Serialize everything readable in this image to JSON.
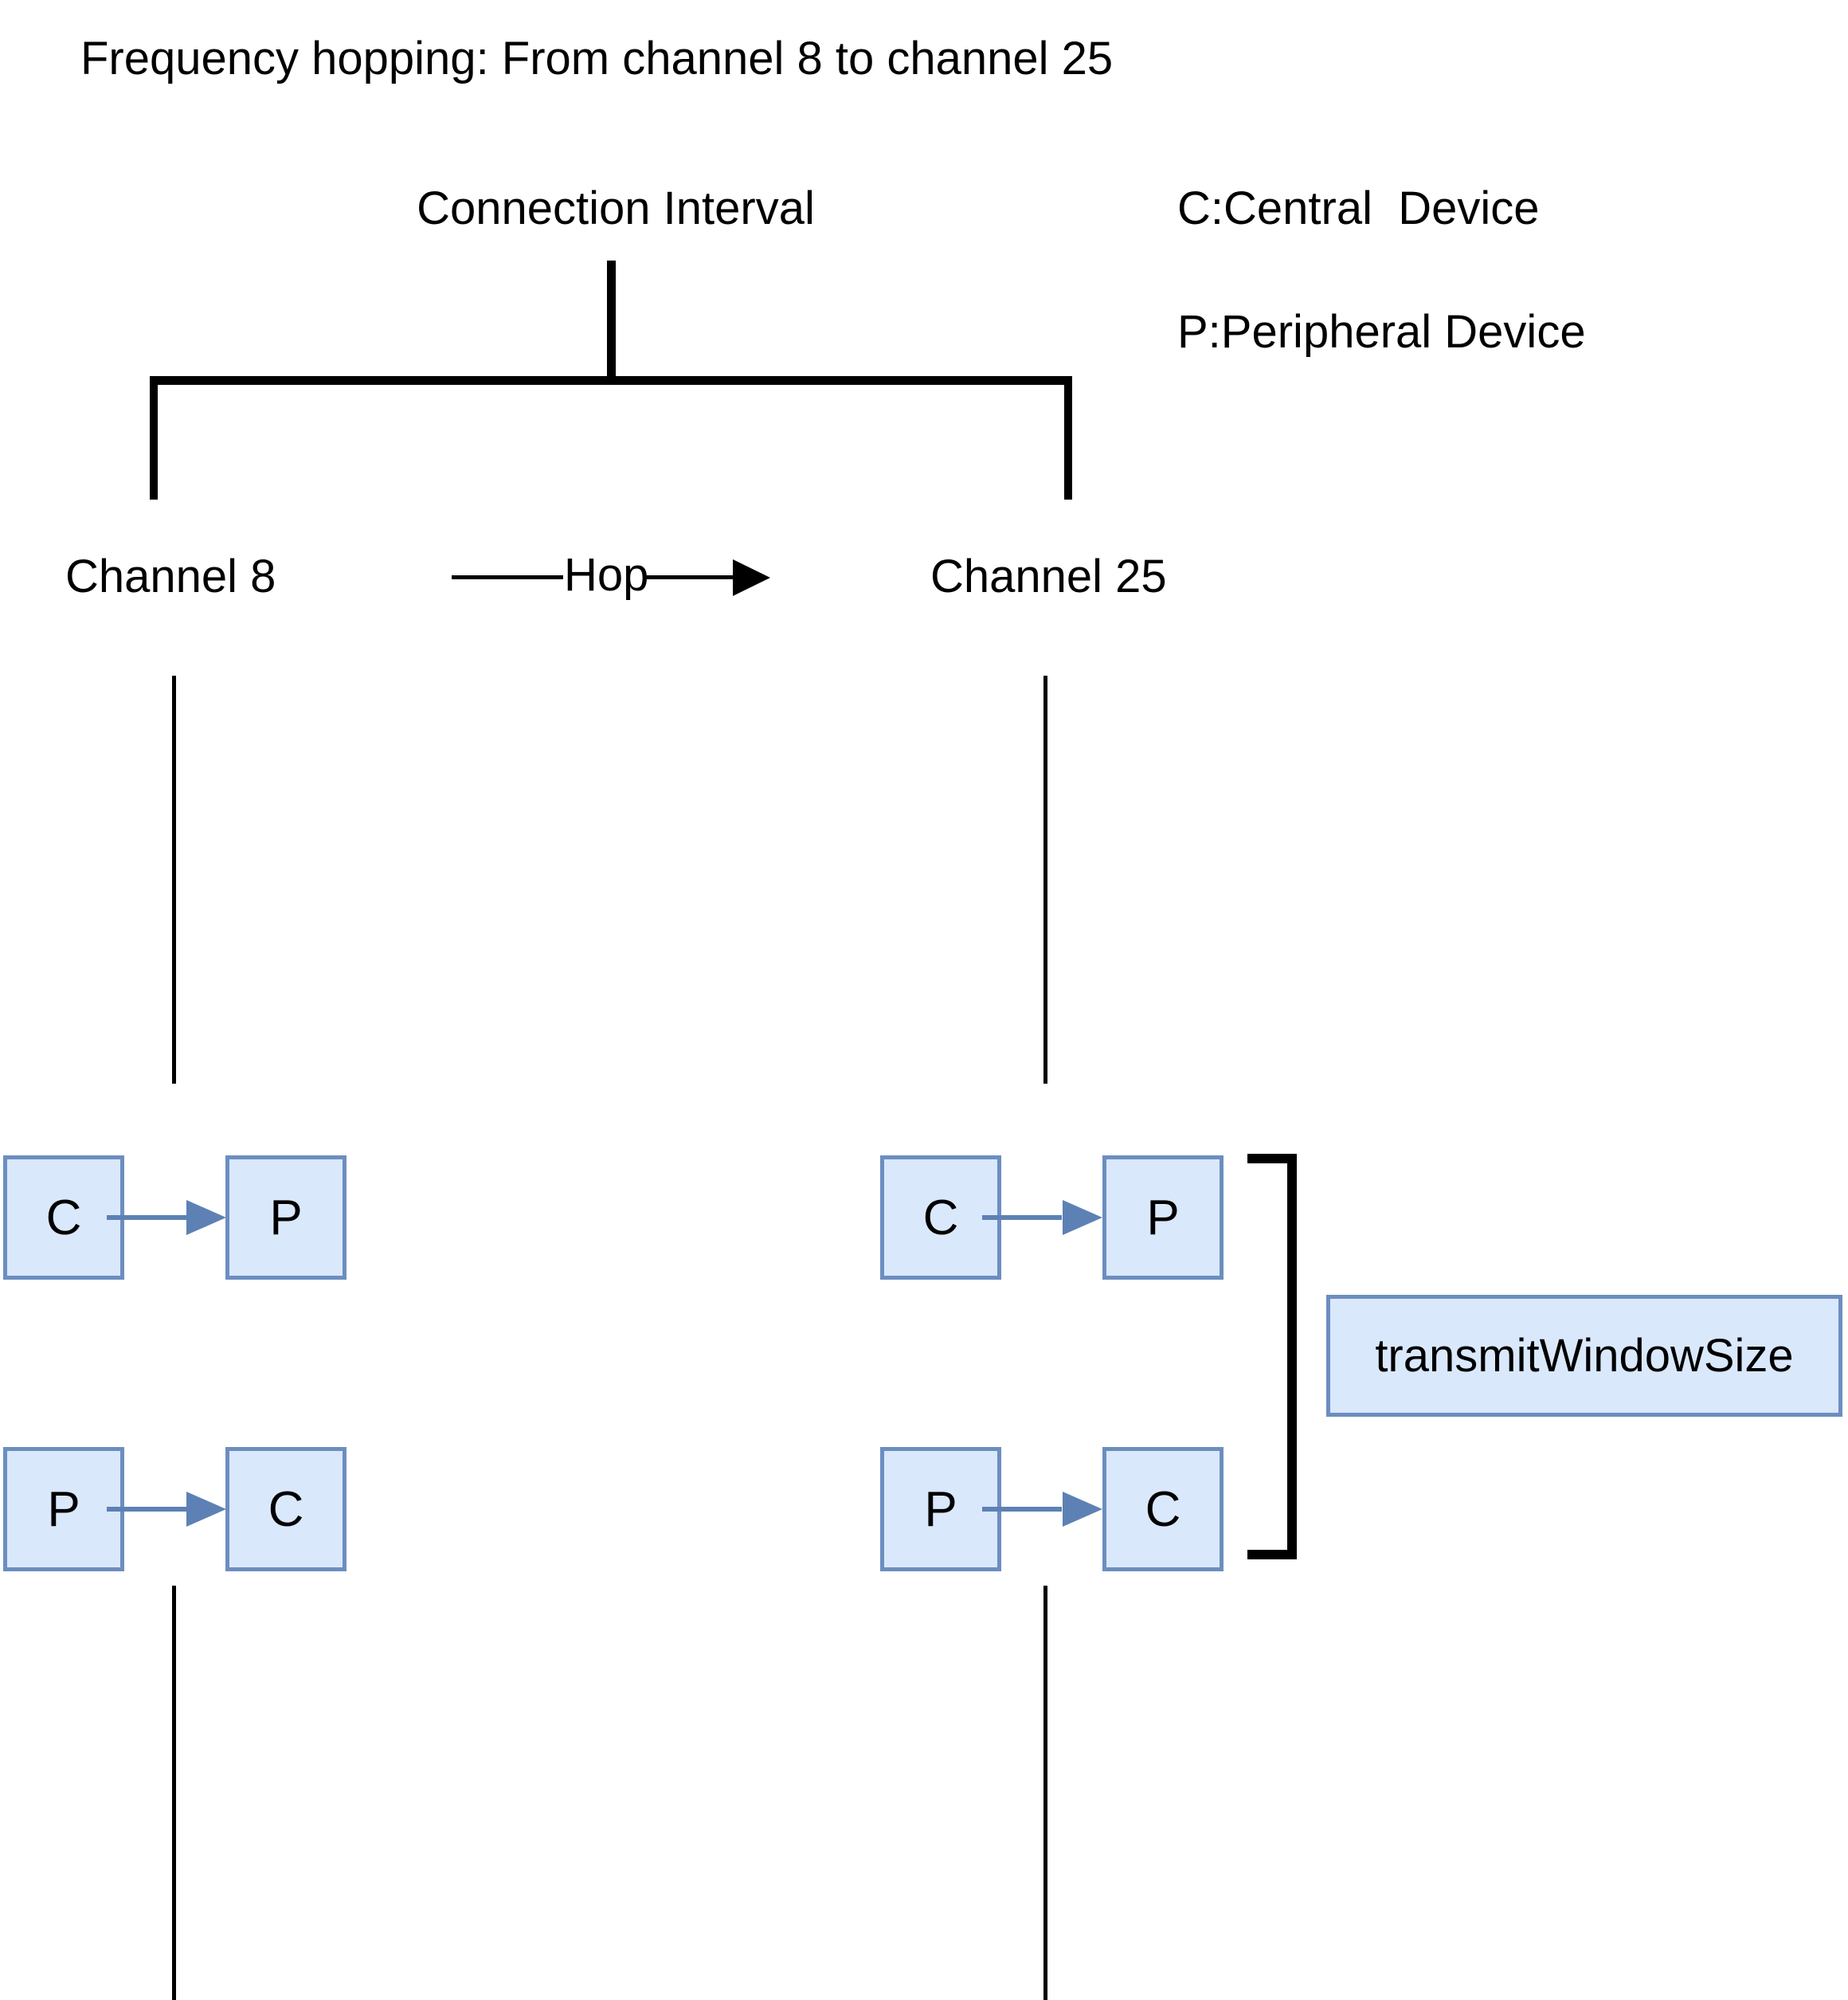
{
  "page": {
    "background": "#ffffff"
  },
  "title": "Frequency hopping: From channel 8 to channel 25",
  "connection_interval": {
    "label": "Connection Interval"
  },
  "legend": {
    "central": "C:Central  Device",
    "peripheral": "P:Peripheral Device"
  },
  "channels": {
    "left": {
      "label": "Channel 8"
    },
    "right": {
      "label": "Channel 25"
    }
  },
  "hop": {
    "label": "Hop"
  },
  "window": {
    "label": "transmitWindowSize"
  },
  "exchanges": {
    "channel8": [
      {
        "from": "C",
        "to": "P"
      },
      {
        "from": "P",
        "to": "C"
      }
    ],
    "channel25": [
      {
        "from": "C",
        "to": "P"
      },
      {
        "from": "P",
        "to": "C"
      }
    ]
  },
  "colors": {
    "box_fill": "#dae8fc",
    "box_border": "#6c8ebf",
    "arrow": "#5d81b4",
    "line": "#000000",
    "text": "#000000"
  }
}
